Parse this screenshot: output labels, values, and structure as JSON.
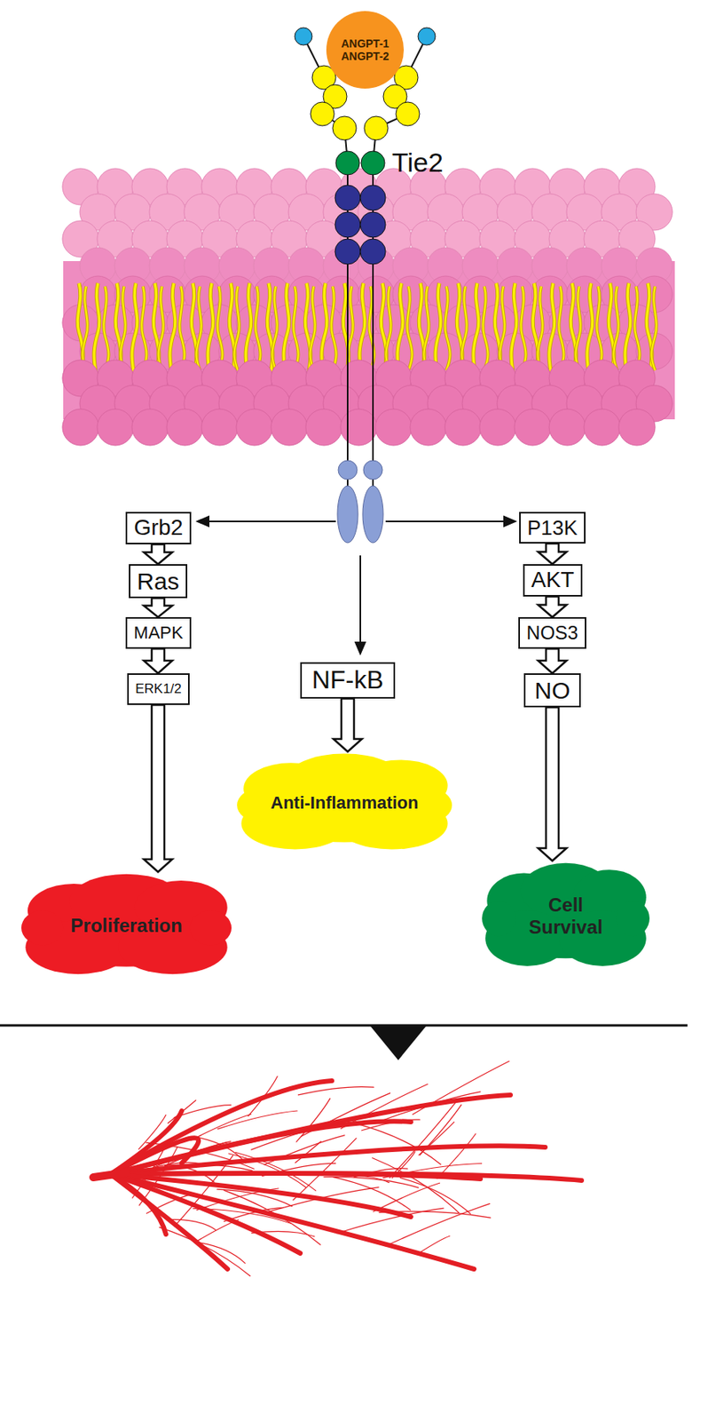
{
  "diagram": {
    "nodes": [
      {
        "text": [
          "ANGPT-1 ANGPT-2"
        ]
      },
      {
        "text": [
          "Grb2"
        ]
      },
      {
        "text": [
          "Ras"
        ]
      },
      {
        "text": [
          "MAPK"
        ]
      },
      {
        "text": [
          "ERK1/2"
        ]
      },
      {
        "text": [
          "Proliferation"
        ]
      },
      {
        "text": [
          "NF-kB"
        ]
      },
      {
        "text": [
          "Anti-Inflammation"
        ]
      },
      {
        "text": [
          "P13K"
        ]
      },
      {
        "text": [
          "AKT"
        ]
      },
      {
        "text": [
          "NOS3"
        ]
      },
      {
        "text": [
          "NO"
        ]
      },
      {
        "text": [
          "Cell Survival"
        ]
      }
    ],
    "edges": [
      {
        "from": 1,
        "to": 2,
        "arrow": "to"
      },
      {
        "from": 2,
        "to": 3,
        "arrow": "to"
      },
      {
        "from": 3,
        "to": 4,
        "arrow": "to"
      },
      {
        "from": 4,
        "to": 5,
        "arrow": "to"
      },
      {
        "from": 6,
        "to": 7,
        "arrow": "to"
      },
      {
        "from": 8,
        "to": 9,
        "arrow": "to"
      },
      {
        "from": 9,
        "to": 10,
        "arrow": "to"
      },
      {
        "from": 10,
        "to": 11,
        "arrow": "to"
      },
      {
        "from": 11,
        "to": 12,
        "arrow": "to"
      }
    ],
    "labels": [
      "Tie2"
    ]
  }
}
